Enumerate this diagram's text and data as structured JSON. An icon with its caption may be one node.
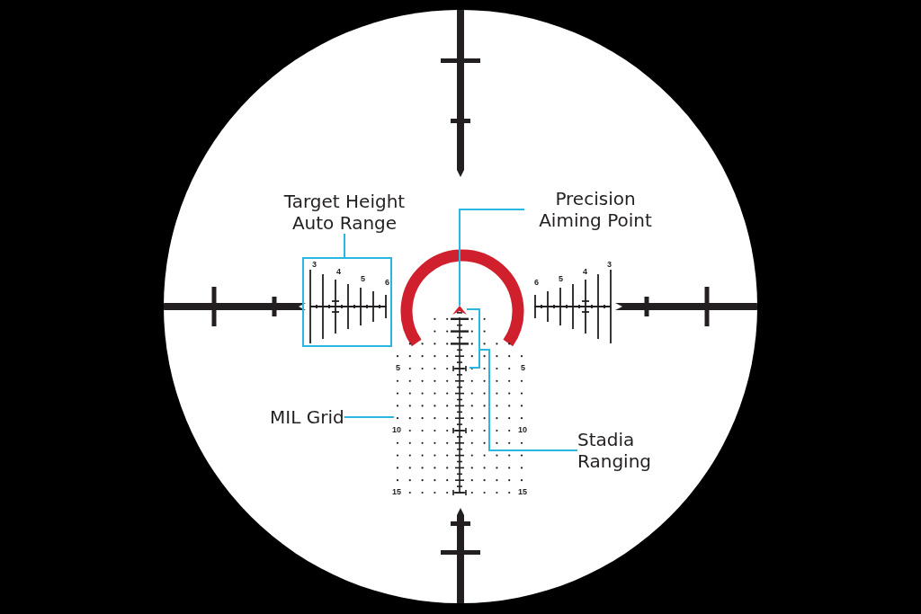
{
  "diagram": {
    "nodes": [
      {
        "text": [
          "Target Height Auto Range"
        ]
      },
      {
        "text": [],
        "shape": "box"
      },
      {
        "text": [
          "Precision Aiming Point"
        ]
      },
      {
        "text": [],
        "shape": "chevron"
      },
      {
        "text": [
          "MIL Grid"
        ]
      },
      {
        "text": [],
        "shape": "grid"
      },
      {
        "text": [
          "Stadia Ranging"
        ]
      },
      {
        "text": [],
        "shape": "scale",
        "in": 5
      }
    ],
    "edges": [
      {
        "from": 0,
        "to": 1,
        "arrow": "none"
      },
      {
        "from": 2,
        "to": 3,
        "arrow": "none"
      },
      {
        "from": 4,
        "to": 5,
        "arrow": "none"
      },
      {
        "from": 6,
        "to": 3,
        "arrow": "none"
      },
      {
        "from": 6,
        "to": 7,
        "arrow": "none"
      }
    ],
    "labels": [
      "3",
      "4",
      "5",
      "6",
      "6",
      "5",
      "4",
      "3",
      "5",
      "5",
      "10",
      "10",
      "15",
      "15"
    ]
  }
}
